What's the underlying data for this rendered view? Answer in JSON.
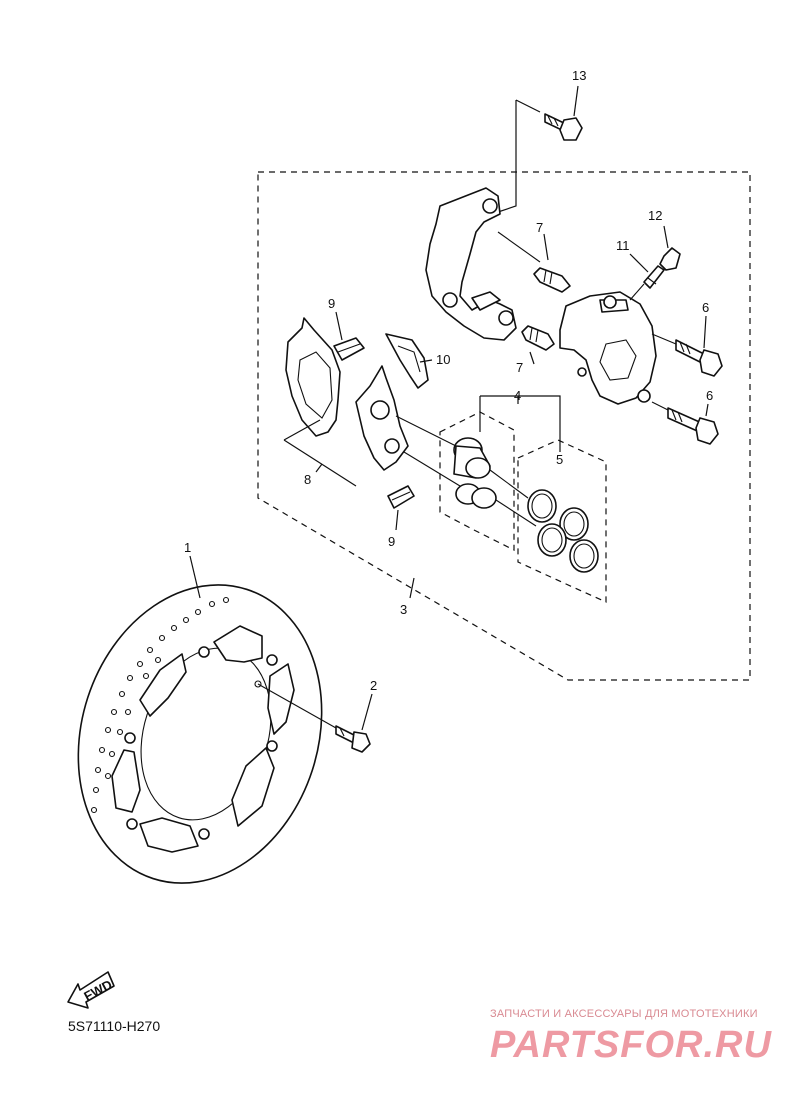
{
  "diagram": {
    "callouts": [
      {
        "id": "13",
        "text": "13"
      },
      {
        "id": "12",
        "text": "12"
      },
      {
        "id": "11",
        "text": "11"
      },
      {
        "id": "7a",
        "text": "7"
      },
      {
        "id": "7b",
        "text": "7"
      },
      {
        "id": "6a",
        "text": "6"
      },
      {
        "id": "6b",
        "text": "6"
      },
      {
        "id": "9a",
        "text": "9"
      },
      {
        "id": "9b",
        "text": "9"
      },
      {
        "id": "10",
        "text": "10"
      },
      {
        "id": "8",
        "text": "8"
      },
      {
        "id": "4",
        "text": "4"
      },
      {
        "id": "5",
        "text": "5"
      },
      {
        "id": "3",
        "text": "3"
      },
      {
        "id": "1",
        "text": "1"
      },
      {
        "id": "2",
        "text": "2"
      }
    ],
    "fwd_label": "FWD",
    "diagram_code": "5S71110-H270"
  },
  "watermark": {
    "tagline": "ЗАПЧАСТИ И АКСЕССУАРЫ ДЛЯ МОТОТЕХНИКИ",
    "logo": "PARTSFOR.RU",
    "color": "#ee9aa3"
  }
}
